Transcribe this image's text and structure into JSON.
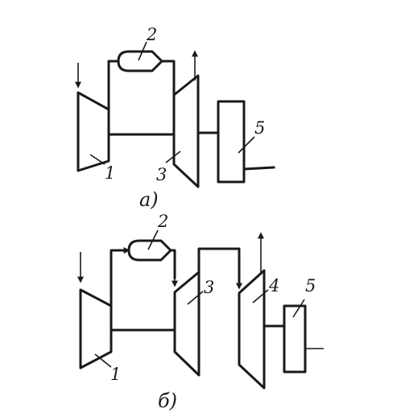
{
  "scheme_a": {
    "caption": "а)",
    "labels": {
      "compressor": "1",
      "combustor": "2",
      "turbine": "3",
      "generator": "5"
    }
  },
  "scheme_b": {
    "caption": "б)",
    "labels": {
      "compressor": "1",
      "combustor": "2",
      "turbine_hp": "3",
      "turbine_lp": "4",
      "generator": "5"
    }
  }
}
